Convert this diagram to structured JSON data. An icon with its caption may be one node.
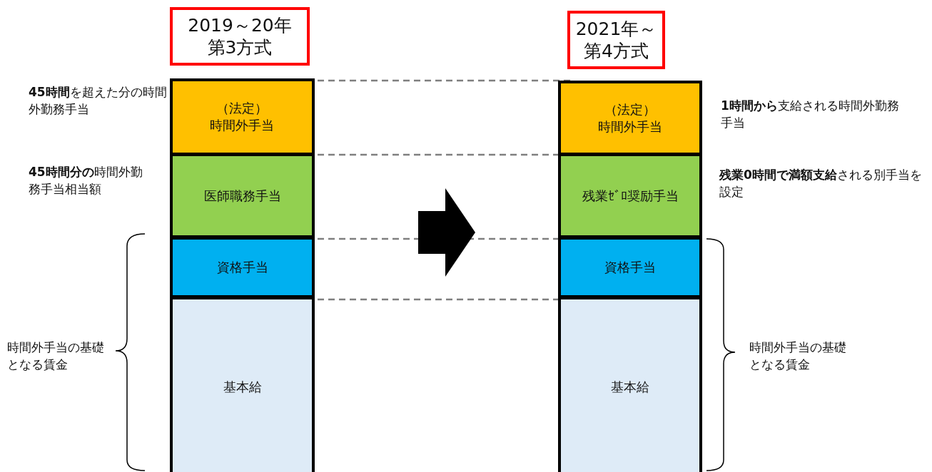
{
  "diagram": {
    "nodes": [
      {
        "text": [
          "2019～20年第3方式"
        ]
      },
      {
        "text": [
          "2021年～第4方式"
        ]
      },
      {
        "text": [
          "（法定）時間外手当"
        ]
      },
      {
        "text": [
          "医師職務手当"
        ]
      },
      {
        "text": [
          "資格手当"
        ]
      },
      {
        "text": [
          "基本給"
        ]
      },
      {
        "text": [
          "（法定）時間外手当"
        ]
      },
      {
        "text": [
          "残業ｾﾞﾛ奨励手当"
        ]
      },
      {
        "text": [
          "資格手当"
        ]
      },
      {
        "text": [
          "基本給"
        ]
      }
    ],
    "labels": [
      "**45時間**を超えた分の時間外勤務手当",
      "**1時間から**支給される時間外勤務手当",
      "**45時間分の**時間外勤務手当相当額",
      "**残業0時間で満額支給**される別手当を設定",
      "時間外手当の基礎となる賃金",
      "時間外手当の基礎となる賃金"
    ]
  }
}
